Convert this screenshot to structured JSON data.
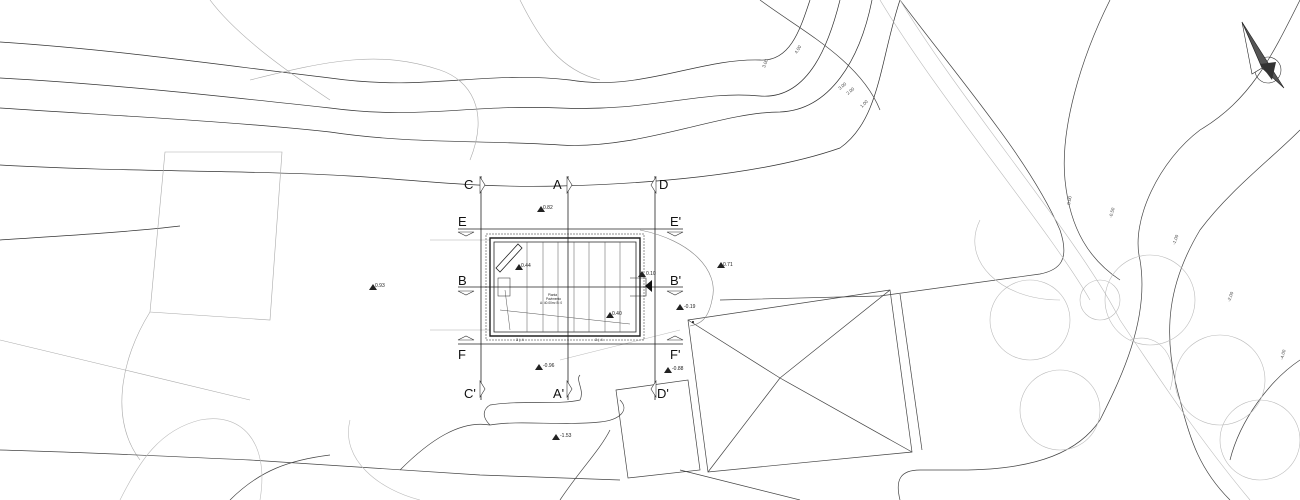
{
  "sections": {
    "C": "C",
    "A": "A",
    "D": "D",
    "E": "E",
    "E_prime": "E'",
    "B": "B",
    "B_prime": "B'",
    "F": "F",
    "F_prime": "F'",
    "C_prime": "C'",
    "A_prime": "A'",
    "D_prime": "D'"
  },
  "levels": {
    "top": "0.82",
    "left": "0.93",
    "inner_upper": "0.44",
    "inner_lower": "0.40",
    "east_door": "0.10",
    "east": "0.71",
    "east_lower": "-0.19",
    "south": "-0.96",
    "south_east": "-0.88",
    "far_south": "-1.53"
  },
  "contours": {
    "c1": "3.00",
    "c2": "4.00",
    "c3": "3.00",
    "c4": "2.00",
    "c5": "1.00",
    "e1": "0.00",
    "e2": "-0.50",
    "e3": "-1.00",
    "e4": "-2.00",
    "e5": "-4.00"
  },
  "room": {
    "line1": "Planta",
    "line2": "Pavimento",
    "line3": "A: 40.00m²  B: 0"
  },
  "dimensions": {
    "d1": "3 | 4",
    "d2": "3 | 4"
  },
  "north_arrow": {
    "icon": "north-arrow-icon"
  }
}
